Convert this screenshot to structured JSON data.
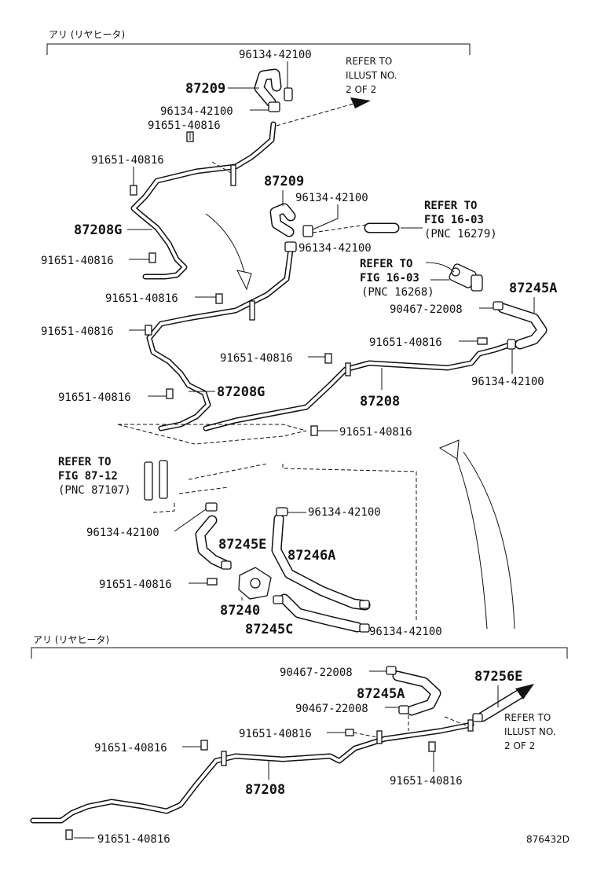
{
  "sections": {
    "upper_header": "アリ (リヤヒータ)",
    "lower_header": "アリ (リヤヒータ)"
  },
  "parts": {
    "clamp_96134": "96134-42100",
    "plug_91651": "91651-40816",
    "hose_87209": "87209",
    "pipe_87208G": "87208G",
    "pipe_87208": "87208",
    "hose_87245A": "87245A",
    "hose_87245E": "87245E",
    "hose_87246A": "87246A",
    "valve_87240": "87240",
    "hose_87245C": "87245C",
    "clip_90467": "90467-22008",
    "hose_87256E": "87256E"
  },
  "references": {
    "illust_line1": "REFER TO",
    "illust_line2": "ILLUST NO.",
    "illust_line3": "2 OF 2",
    "fig1603_line1": "REFER TO",
    "fig1603_line2": "FIG 16-03",
    "fig1603_pnc_a": "(PNC 16279)",
    "fig1603_pnc_b": "(PNC 16268)",
    "fig8712_line1": "REFER TO",
    "fig8712_line2": "FIG 87-12",
    "fig8712_pnc": "(PNC 87107)"
  },
  "figure_id": "876432D"
}
